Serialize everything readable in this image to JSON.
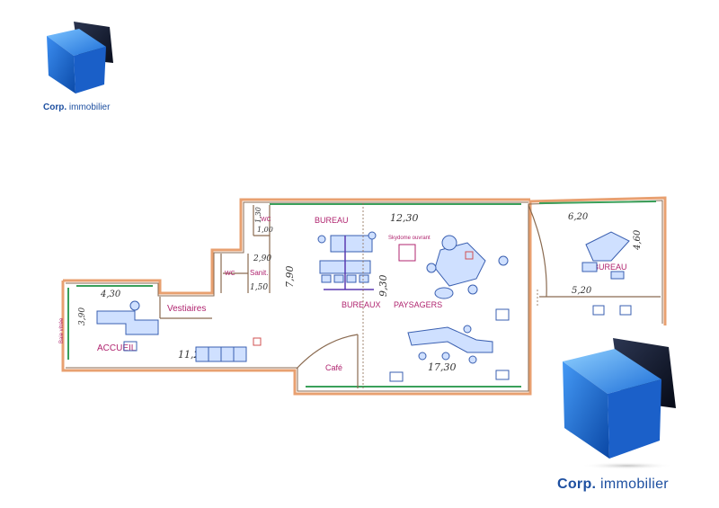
{
  "brand": {
    "name_bold": "Corp.",
    "name_rest": " immobilier"
  },
  "rooms": {
    "bureau_top": "BUREAU",
    "skydome": "Skydome ouvrant",
    "bureaux": "BUREAUX",
    "paysagers": "PAYSAGERS",
    "bureau_right": "BUREAU",
    "vestiaires": "Vestiaires",
    "accueil": "ACCUEIL",
    "cafe": "Café",
    "wc_top": "WC",
    "wc_bottom": "WC",
    "sanit": "Sanit.",
    "baie": "Baie vitrée"
  },
  "dimensions": {
    "d1230": "12,30",
    "d620": "6,20",
    "d460": "4,60",
    "d520": "5,20",
    "d790": "7,90",
    "d930": "9,30",
    "d1730": "17,30",
    "d1120": "11,20",
    "d430": "4,30",
    "d390": "3,90",
    "d290": "2,90",
    "d150": "1,50",
    "d100": "1,00",
    "d130": "1,30"
  },
  "colors": {
    "wall": "#e8a070",
    "wall_dark": "#8a6a50",
    "window": "#3aa05a",
    "label": "#b0246f",
    "furniture": "#3a5fb0",
    "brand": "#1d4fa0"
  }
}
